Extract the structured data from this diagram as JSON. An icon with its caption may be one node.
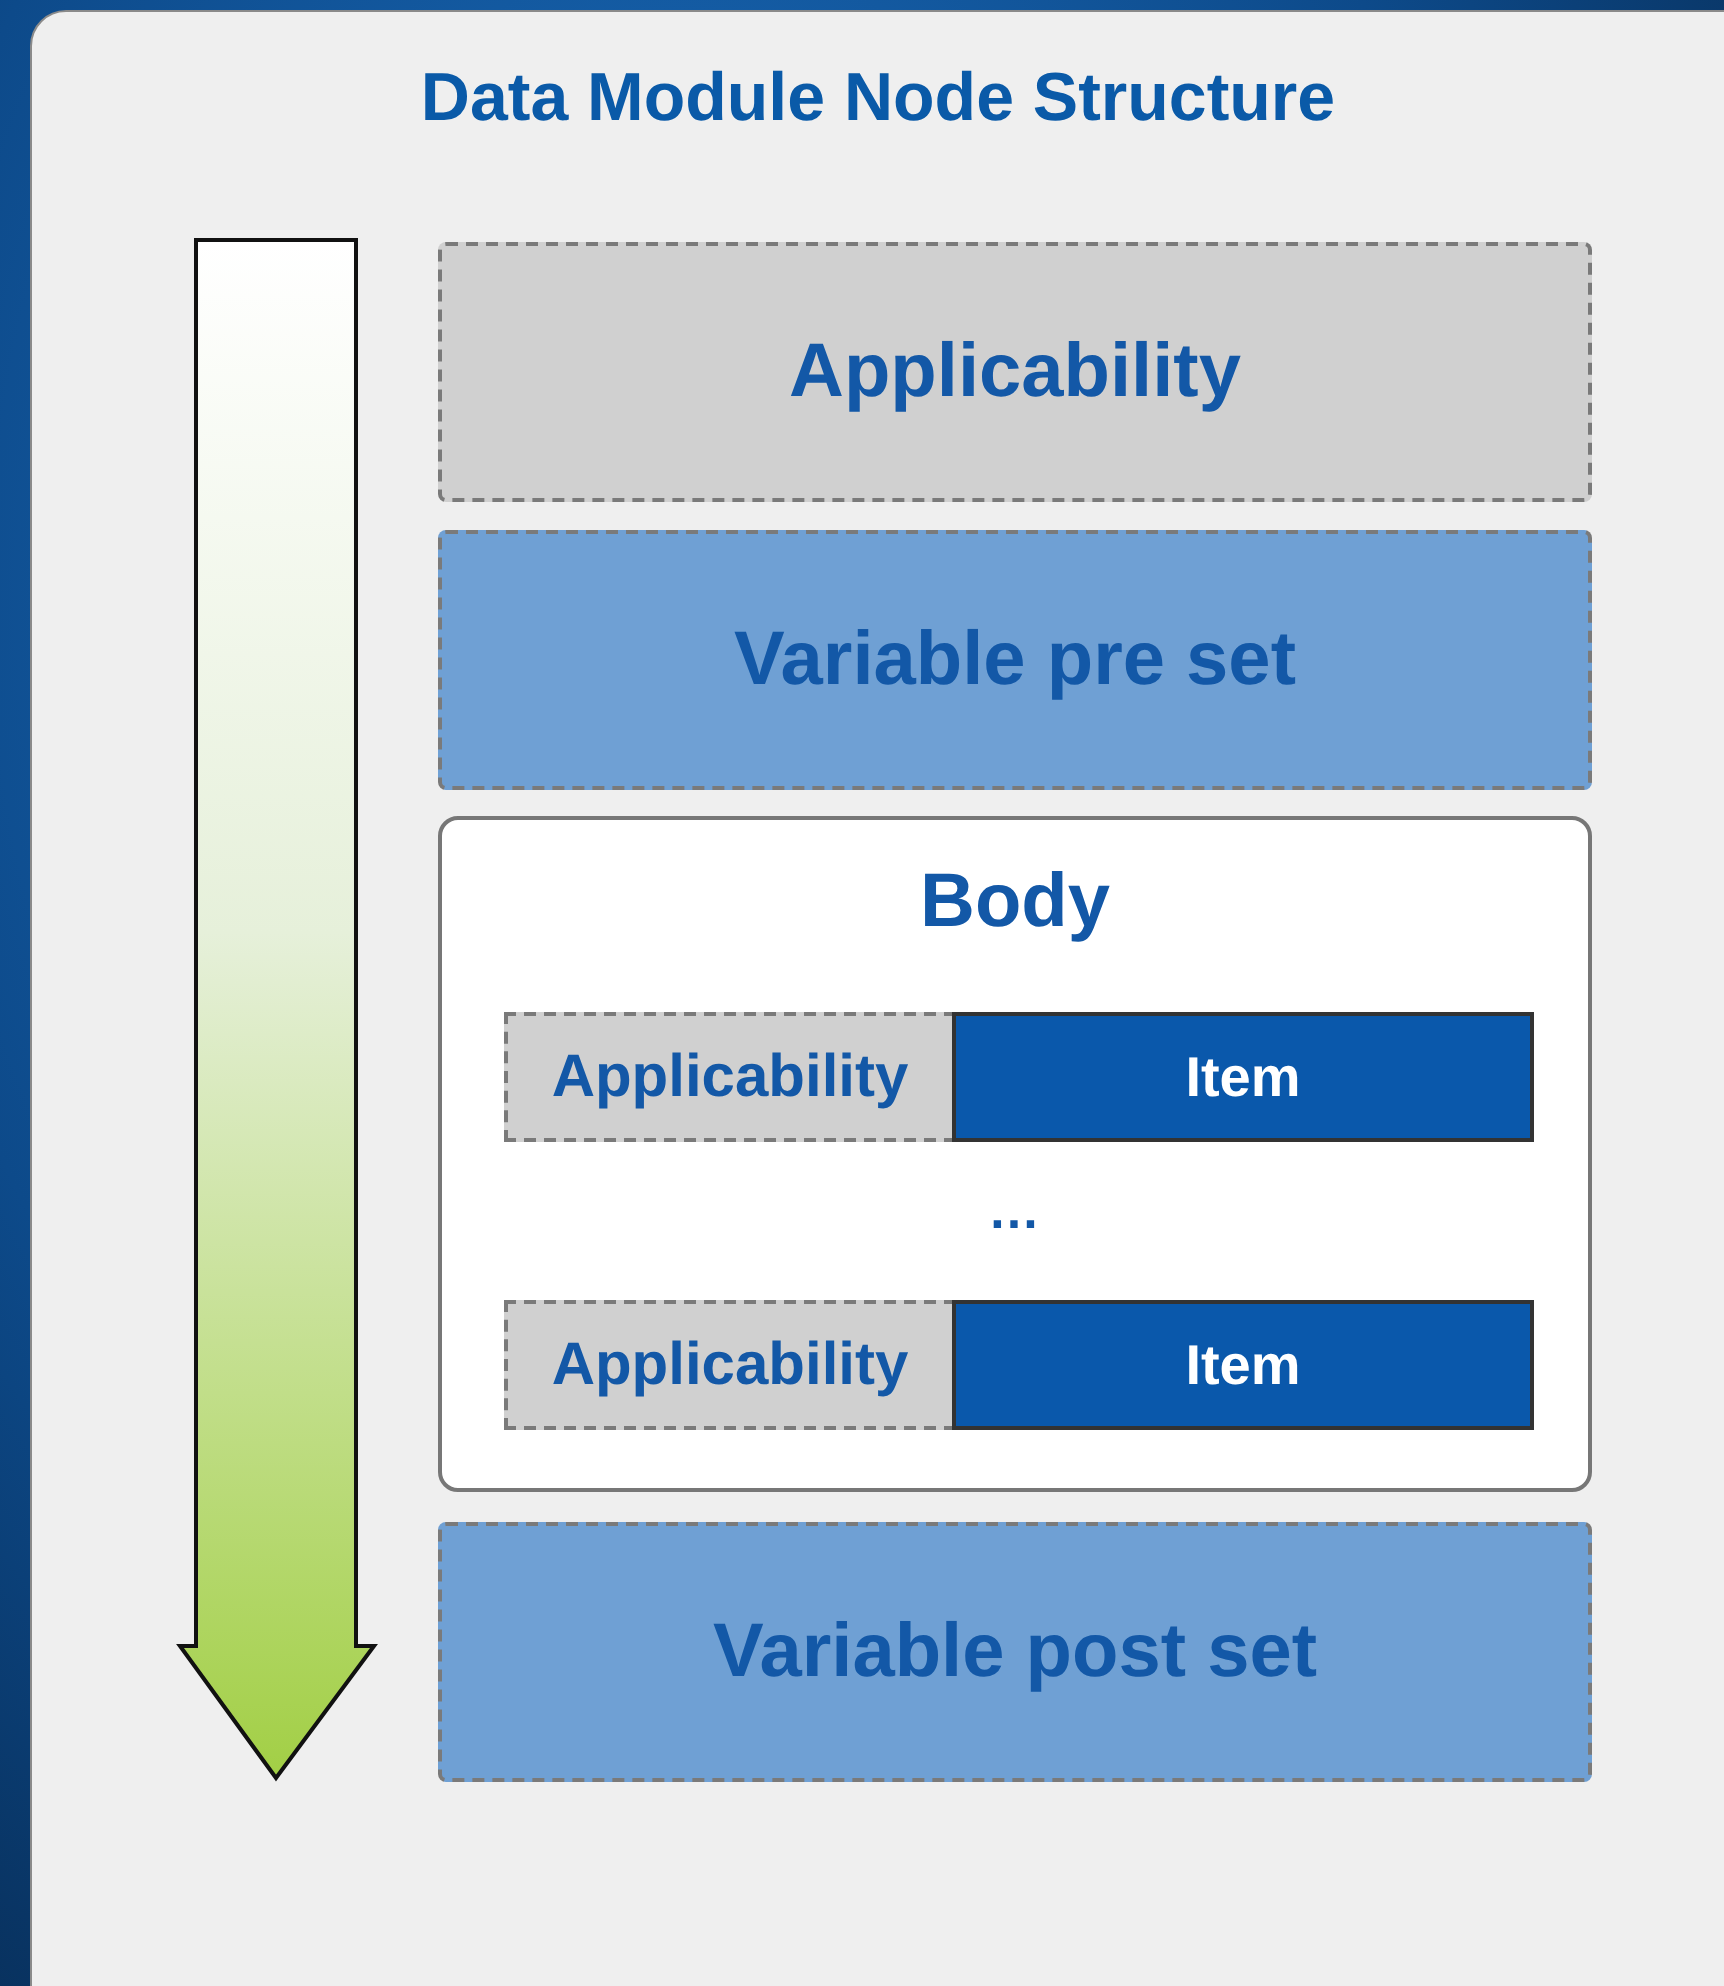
{
  "diagram": {
    "title": "Data Module Node Structure",
    "nodes": [
      {
        "text": [
          "Applicability"
        ]
      },
      {
        "text": [
          "Variable pre set"
        ]
      },
      {
        "text": [
          "Body"
        ]
      },
      {
        "text": [
          "Applicability"
        ],
        "in": 2
      },
      {
        "text": [
          "Item"
        ],
        "in": 2
      },
      {
        "text": [
          "Applicability"
        ],
        "in": 2
      },
      {
        "text": [
          "Item"
        ],
        "in": 2
      },
      {
        "text": [
          "Variable post set"
        ]
      }
    ],
    "edges": [],
    "labels": [
      "…"
    ]
  }
}
